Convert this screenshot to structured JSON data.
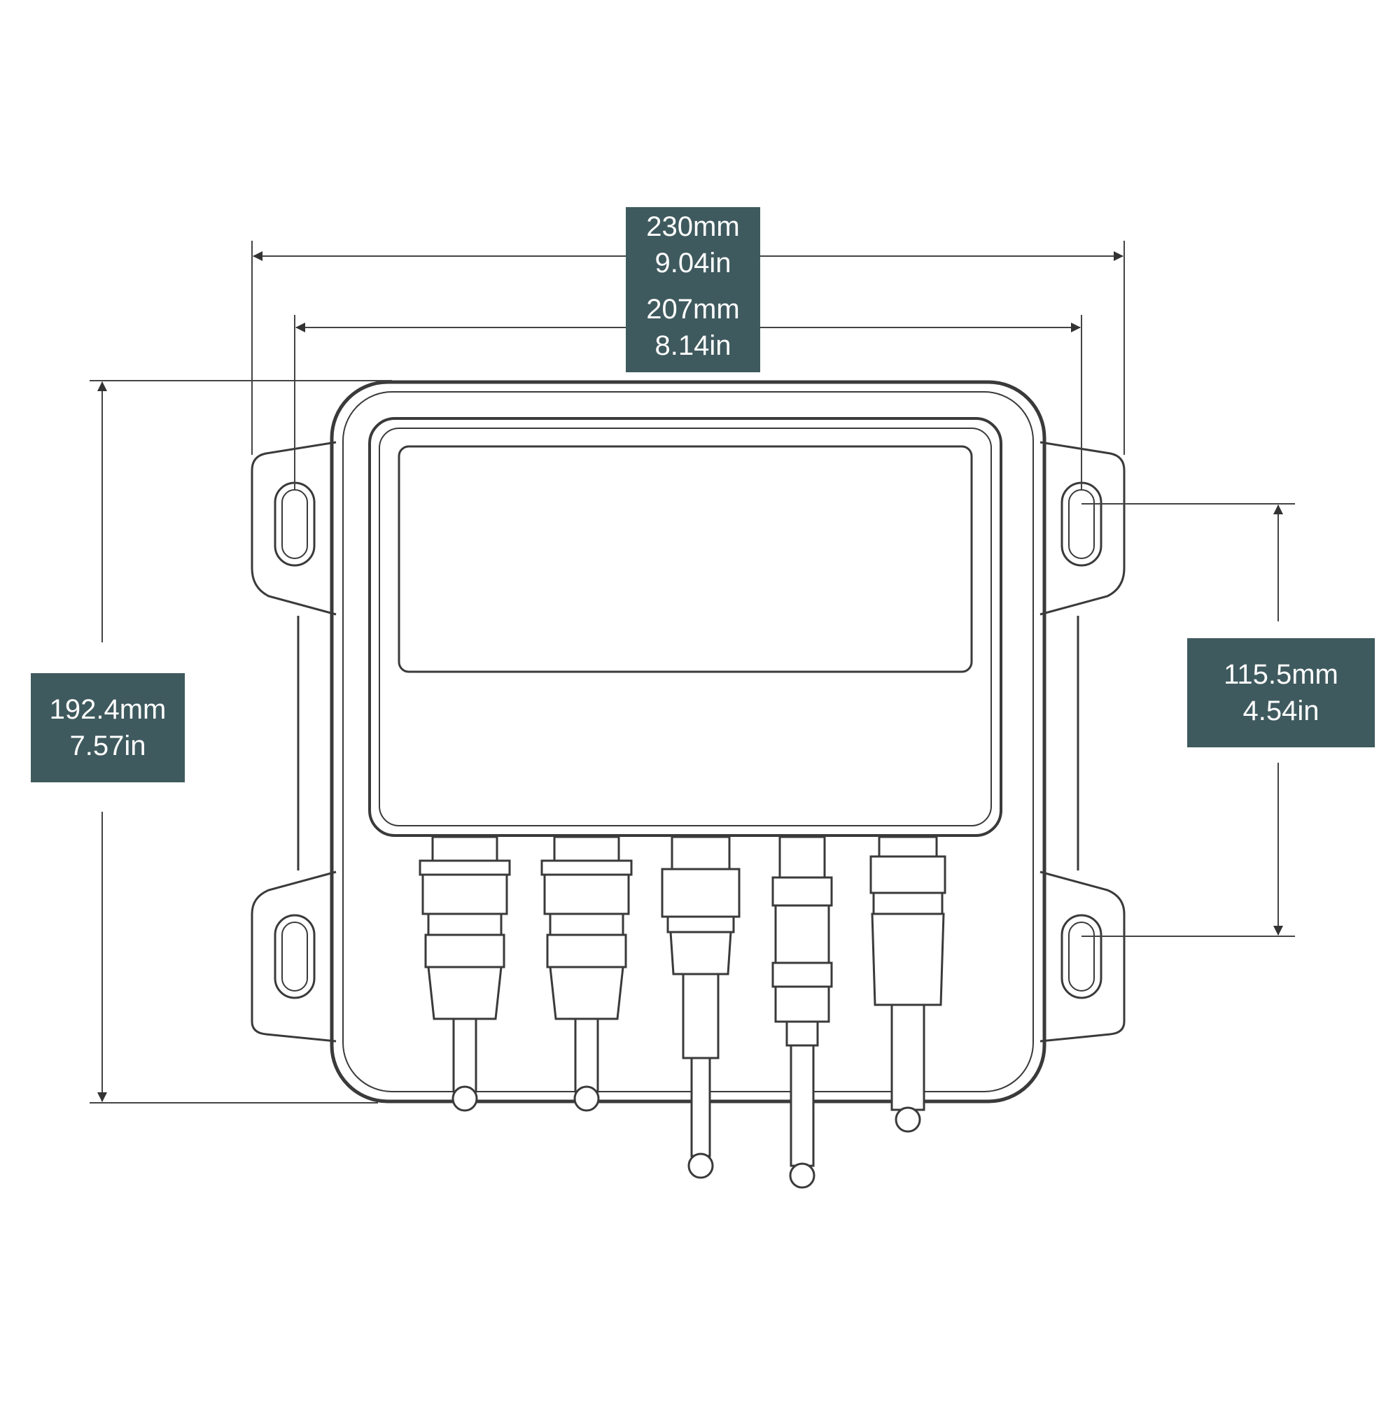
{
  "dimensions": {
    "overall_width": {
      "mm": "230mm",
      "in": "9.04in"
    },
    "mount_hole_spacing_width": {
      "mm": "207mm",
      "in": "8.14in"
    },
    "overall_height": {
      "mm": "192.4mm",
      "in": "7.57in"
    },
    "mount_hole_spacing_height": {
      "mm": "115.5mm",
      "in": "4.54in"
    }
  },
  "colors": {
    "label_background": "#3f5a5e",
    "label_text": "#ffffff",
    "line": "#3a3a3a",
    "dimension_line": "#444444"
  }
}
